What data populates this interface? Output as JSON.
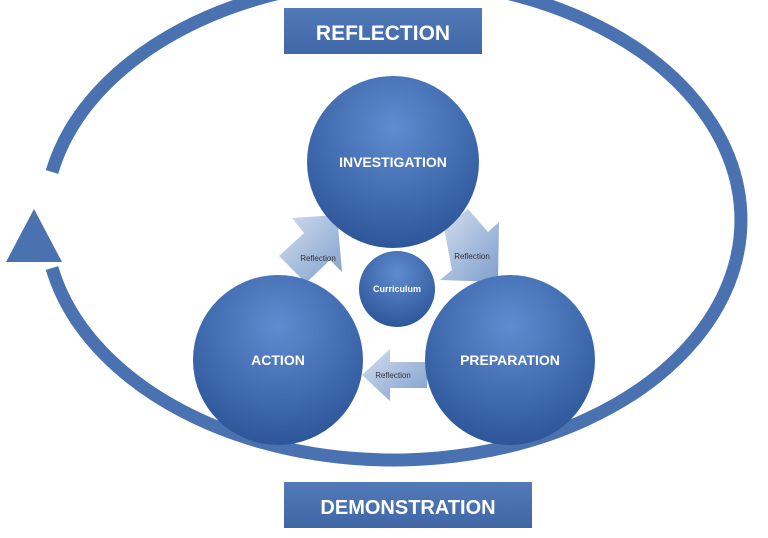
{
  "cycle": {
    "top_label": "REFLECTION",
    "bottom_label": "DEMONSTRATION"
  },
  "stages": {
    "investigation": "INVESTIGATION",
    "preparation": "PREPARATION",
    "action": "ACTION",
    "center": "Curriculum"
  },
  "connectors": {
    "left": "Reflection",
    "right": "Reflection",
    "bottom": "Reflection"
  },
  "colors": {
    "ring": "#4a72b0",
    "banner": "#4a72b0",
    "circle_top": "#5b86c9",
    "circle_bottom": "#2d5699",
    "arrow_light": "#bccce6",
    "arrow_dark": "#7f9fcd"
  }
}
